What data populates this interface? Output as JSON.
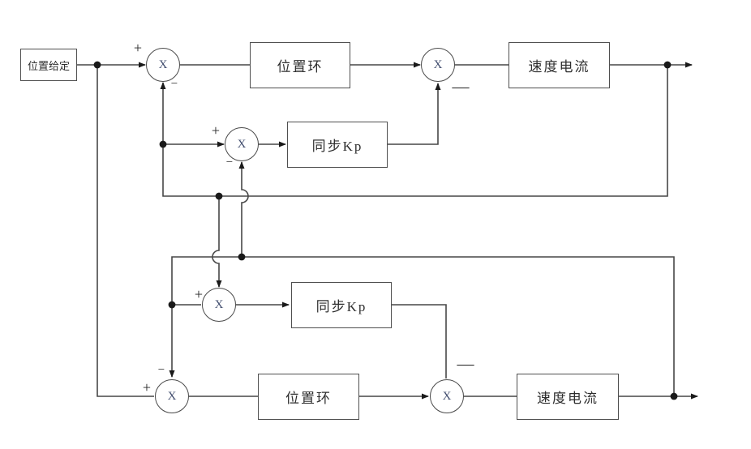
{
  "diagram_type": "dual-axis synchronized position control block diagram",
  "colors": {
    "background": "#ffffff",
    "line": "#474747",
    "box_border": "#4f4f4f",
    "label_text": "#2e2e2e",
    "summer_symbol": "#414d6e"
  },
  "labels": {
    "position_setpoint": "位置给定",
    "position_loop_top": "位置环",
    "speed_current_top": "速度电流",
    "sync_kp_top": "同步Kp",
    "sync_kp_bottom": "同步Kp",
    "position_loop_bottom": "位置环",
    "speed_current_bottom": "速度电流"
  },
  "summers": {
    "top_position": {
      "symbol": "X",
      "plus": "+",
      "minus": "−"
    },
    "top_speed": {
      "symbol": "X",
      "minus": "—"
    },
    "sync_upper": {
      "symbol": "X",
      "plus": "+",
      "minus": "−"
    },
    "sync_lower": {
      "symbol": "X",
      "plus": "+"
    },
    "bottom_position": {
      "symbol": "X",
      "plus": "+",
      "minus": "−"
    },
    "bottom_speed": {
      "symbol": "X",
      "minus": "—"
    }
  }
}
